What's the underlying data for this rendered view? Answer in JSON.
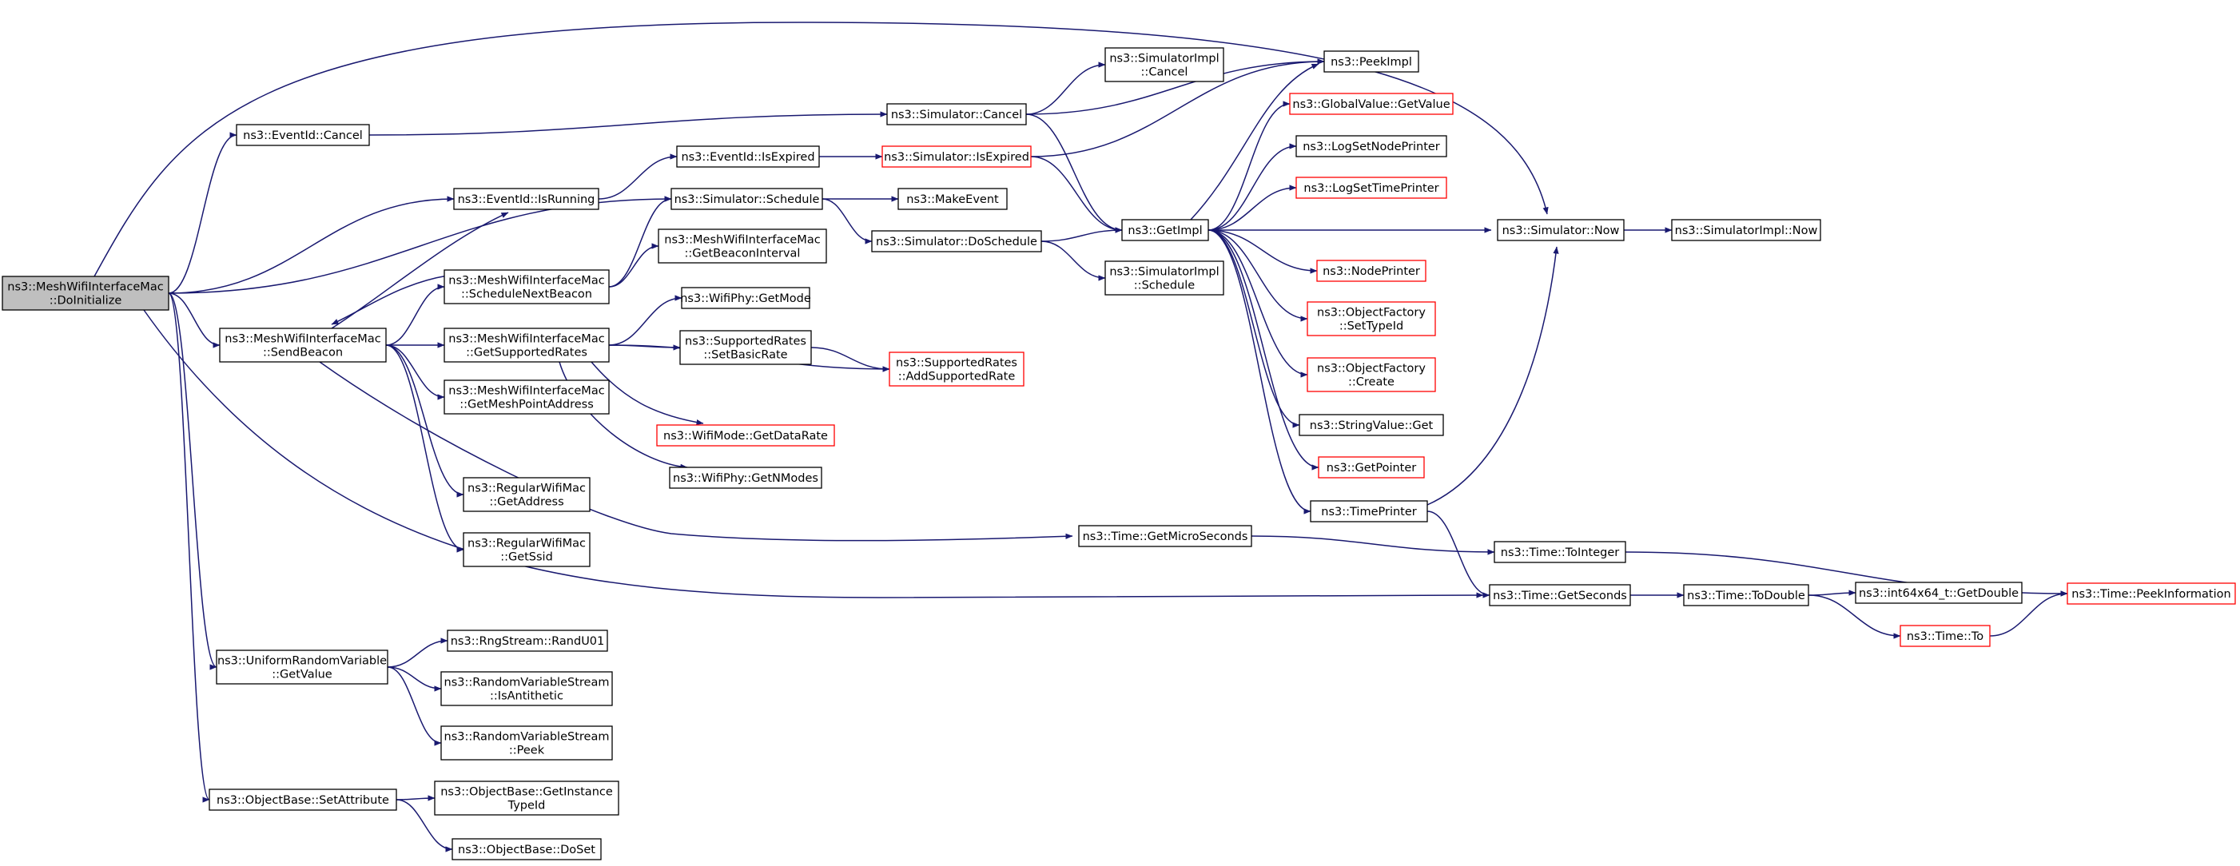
{
  "colors": {
    "edge": "#191970",
    "node_border": "#000000",
    "truncated_border": "#ff0000",
    "root_fill": "#bfbfbf",
    "node_fill": "#ffffff"
  },
  "nodes": [
    {
      "id": "root",
      "lines": [
        "ns3::MeshWifiInterfaceMac",
        "::DoInitialize"
      ],
      "style": "root"
    },
    {
      "id": "eventid_cancel",
      "lines": [
        "ns3::EventId::Cancel"
      ],
      "style": "normal"
    },
    {
      "id": "eventid_isrunning",
      "lines": [
        "ns3::EventId::IsRunning"
      ],
      "style": "normal"
    },
    {
      "id": "sendbeacon",
      "lines": [
        "ns3::MeshWifiInterfaceMac",
        "::SendBeacon"
      ],
      "style": "normal"
    },
    {
      "id": "urv_getvalue",
      "lines": [
        "ns3::UniformRandomVariable",
        "::GetValue"
      ],
      "style": "normal"
    },
    {
      "id": "setattribute",
      "lines": [
        "ns3::ObjectBase::SetAttribute"
      ],
      "style": "normal"
    },
    {
      "id": "schednextbeacon",
      "lines": [
        "ns3::MeshWifiInterfaceMac",
        "::ScheduleNextBeacon"
      ],
      "style": "normal"
    },
    {
      "id": "getsupportedrates",
      "lines": [
        "ns3::MeshWifiInterfaceMac",
        "::GetSupportedRates"
      ],
      "style": "normal"
    },
    {
      "id": "getmeshpointaddress",
      "lines": [
        "ns3::MeshWifiInterfaceMac",
        "::GetMeshPointAddress"
      ],
      "style": "normal"
    },
    {
      "id": "rw_getaddress",
      "lines": [
        "ns3::RegularWifiMac",
        "::GetAddress"
      ],
      "style": "normal"
    },
    {
      "id": "rw_getssid",
      "lines": [
        "ns3::RegularWifiMac",
        "::GetSsid"
      ],
      "style": "normal"
    },
    {
      "id": "randu01",
      "lines": [
        "ns3::RngStream::RandU01"
      ],
      "style": "normal"
    },
    {
      "id": "isantithetic",
      "lines": [
        "ns3::RandomVariableStream",
        "::IsAntithetic"
      ],
      "style": "normal"
    },
    {
      "id": "peek",
      "lines": [
        "ns3::RandomVariableStream",
        "::Peek"
      ],
      "style": "normal"
    },
    {
      "id": "getinstancetypeid",
      "lines": [
        "ns3::ObjectBase::GetInstance",
        "TypeId"
      ],
      "style": "normal"
    },
    {
      "id": "doset",
      "lines": [
        "ns3::ObjectBase::DoSet"
      ],
      "style": "normal"
    },
    {
      "id": "eventid_isexpired",
      "lines": [
        "ns3::EventId::IsExpired"
      ],
      "style": "normal"
    },
    {
      "id": "sim_schedule",
      "lines": [
        "ns3::Simulator::Schedule"
      ],
      "style": "normal"
    },
    {
      "id": "getbeaconinterval",
      "lines": [
        "ns3::MeshWifiInterfaceMac",
        "::GetBeaconInterval"
      ],
      "style": "normal"
    },
    {
      "id": "wifiphy_getmode",
      "lines": [
        "ns3::WifiPhy::GetMode"
      ],
      "style": "normal"
    },
    {
      "id": "setbasicrate",
      "lines": [
        "ns3::SupportedRates",
        "::SetBasicRate"
      ],
      "style": "normal"
    },
    {
      "id": "getdatarate",
      "lines": [
        "ns3::WifiMode::GetDataRate"
      ],
      "style": "truncated"
    },
    {
      "id": "getnmodes",
      "lines": [
        "ns3::WifiPhy::GetNModes"
      ],
      "style": "normal"
    },
    {
      "id": "sim_cancel",
      "lines": [
        "ns3::Simulator::Cancel"
      ],
      "style": "normal"
    },
    {
      "id": "sim_isexpired",
      "lines": [
        "ns3::Simulator::IsExpired"
      ],
      "style": "truncated"
    },
    {
      "id": "makeevent",
      "lines": [
        "ns3::MakeEvent"
      ],
      "style": "normal"
    },
    {
      "id": "doschedule",
      "lines": [
        "ns3::Simulator::DoSchedule"
      ],
      "style": "normal"
    },
    {
      "id": "addsupportedrate",
      "lines": [
        "ns3::SupportedRates",
        "::AddSupportedRate"
      ],
      "style": "truncated"
    },
    {
      "id": "getmicroseconds",
      "lines": [
        "ns3::Time::GetMicroSeconds"
      ],
      "style": "normal"
    },
    {
      "id": "simimpl_cancel",
      "lines": [
        "ns3::SimulatorImpl",
        "::Cancel"
      ],
      "style": "normal"
    },
    {
      "id": "getimpl",
      "lines": [
        "ns3::GetImpl"
      ],
      "style": "normal"
    },
    {
      "id": "simimpl_schedule",
      "lines": [
        "ns3::SimulatorImpl",
        "::Schedule"
      ],
      "style": "normal"
    },
    {
      "id": "peekimpl",
      "lines": [
        "ns3::PeekImpl"
      ],
      "style": "normal"
    },
    {
      "id": "gv_getvalue",
      "lines": [
        "ns3::GlobalValue::GetValue"
      ],
      "style": "truncated"
    },
    {
      "id": "logsetnodeprinter",
      "lines": [
        "ns3::LogSetNodePrinter"
      ],
      "style": "normal"
    },
    {
      "id": "logsettimeprinter",
      "lines": [
        "ns3::LogSetTimePrinter"
      ],
      "style": "truncated"
    },
    {
      "id": "nodeprinter",
      "lines": [
        "ns3::NodePrinter"
      ],
      "style": "truncated"
    },
    {
      "id": "of_settypeid",
      "lines": [
        "ns3::ObjectFactory",
        "::SetTypeId"
      ],
      "style": "truncated"
    },
    {
      "id": "of_create",
      "lines": [
        "ns3::ObjectFactory",
        "::Create"
      ],
      "style": "truncated"
    },
    {
      "id": "stringvalue_get",
      "lines": [
        "ns3::StringValue::Get"
      ],
      "style": "normal"
    },
    {
      "id": "getpointer",
      "lines": [
        "ns3::GetPointer"
      ],
      "style": "truncated"
    },
    {
      "id": "timeprinter",
      "lines": [
        "ns3::TimePrinter"
      ],
      "style": "normal"
    },
    {
      "id": "sim_now",
      "lines": [
        "ns3::Simulator::Now"
      ],
      "style": "normal"
    },
    {
      "id": "simimpl_now",
      "lines": [
        "ns3::SimulatorImpl::Now"
      ],
      "style": "normal"
    },
    {
      "id": "time_tointeger",
      "lines": [
        "ns3::Time::ToInteger"
      ],
      "style": "normal"
    },
    {
      "id": "time_getseconds",
      "lines": [
        "ns3::Time::GetSeconds"
      ],
      "style": "normal"
    },
    {
      "id": "time_todouble",
      "lines": [
        "ns3::Time::ToDouble"
      ],
      "style": "normal"
    },
    {
      "id": "int64x64_getdouble",
      "lines": [
        "ns3::int64x64_t::GetDouble"
      ],
      "style": "normal"
    },
    {
      "id": "time_to",
      "lines": [
        "ns3::Time::To"
      ],
      "style": "truncated"
    },
    {
      "id": "time_peekinformation",
      "lines": [
        "ns3::Time::PeekInformation"
      ],
      "style": "truncated"
    }
  ],
  "edges": [
    [
      "root",
      "eventid_cancel"
    ],
    [
      "root",
      "eventid_isrunning"
    ],
    [
      "root",
      "sim_schedule"
    ],
    [
      "root",
      "sendbeacon"
    ],
    [
      "root",
      "sim_now"
    ],
    [
      "root",
      "time_getseconds"
    ],
    [
      "root",
      "urv_getvalue"
    ],
    [
      "root",
      "setattribute"
    ],
    [
      "eventid_cancel",
      "sim_cancel"
    ],
    [
      "eventid_isrunning",
      "eventid_isexpired"
    ],
    [
      "sendbeacon",
      "eventid_isrunning"
    ],
    [
      "sendbeacon",
      "schednextbeacon"
    ],
    [
      "sendbeacon",
      "getsupportedrates"
    ],
    [
      "sendbeacon",
      "getmeshpointaddress"
    ],
    [
      "sendbeacon",
      "rw_getaddress"
    ],
    [
      "sendbeacon",
      "rw_getssid"
    ],
    [
      "sendbeacon",
      "getmicroseconds"
    ],
    [
      "schednextbeacon",
      "sendbeacon"
    ],
    [
      "schednextbeacon",
      "sim_schedule"
    ],
    [
      "schednextbeacon",
      "getbeaconinterval"
    ],
    [
      "getsupportedrates",
      "wifiphy_getmode"
    ],
    [
      "getsupportedrates",
      "setbasicrate"
    ],
    [
      "getsupportedrates",
      "addsupportedrate"
    ],
    [
      "getsupportedrates",
      "getdatarate"
    ],
    [
      "getsupportedrates",
      "getnmodes"
    ],
    [
      "setbasicrate",
      "addsupportedrate"
    ],
    [
      "urv_getvalue",
      "randu01"
    ],
    [
      "urv_getvalue",
      "isantithetic"
    ],
    [
      "urv_getvalue",
      "peek"
    ],
    [
      "setattribute",
      "getinstancetypeid"
    ],
    [
      "setattribute",
      "doset"
    ],
    [
      "eventid_isexpired",
      "sim_isexpired"
    ],
    [
      "sim_schedule",
      "makeevent"
    ],
    [
      "sim_schedule",
      "doschedule"
    ],
    [
      "sim_cancel",
      "simimpl_cancel"
    ],
    [
      "sim_cancel",
      "peekimpl"
    ],
    [
      "sim_cancel",
      "getimpl"
    ],
    [
      "sim_isexpired",
      "peekimpl"
    ],
    [
      "sim_isexpired",
      "getimpl"
    ],
    [
      "doschedule",
      "getimpl"
    ],
    [
      "doschedule",
      "simimpl_schedule"
    ],
    [
      "getimpl",
      "peekimpl"
    ],
    [
      "getimpl",
      "gv_getvalue"
    ],
    [
      "getimpl",
      "logsetnodeprinter"
    ],
    [
      "getimpl",
      "logsettimeprinter"
    ],
    [
      "getimpl",
      "sim_now"
    ],
    [
      "getimpl",
      "nodeprinter"
    ],
    [
      "getimpl",
      "of_settypeid"
    ],
    [
      "getimpl",
      "of_create"
    ],
    [
      "getimpl",
      "stringvalue_get"
    ],
    [
      "getimpl",
      "getpointer"
    ],
    [
      "getimpl",
      "timeprinter"
    ],
    [
      "timeprinter",
      "sim_now"
    ],
    [
      "timeprinter",
      "time_getseconds"
    ],
    [
      "sim_now",
      "simimpl_now"
    ],
    [
      "getmicroseconds",
      "time_tointeger"
    ],
    [
      "time_tointeger",
      "time_peekinformation"
    ],
    [
      "time_getseconds",
      "time_todouble"
    ],
    [
      "time_todouble",
      "int64x64_getdouble"
    ],
    [
      "time_todouble",
      "time_to"
    ],
    [
      "time_to",
      "time_peekinformation"
    ]
  ]
}
